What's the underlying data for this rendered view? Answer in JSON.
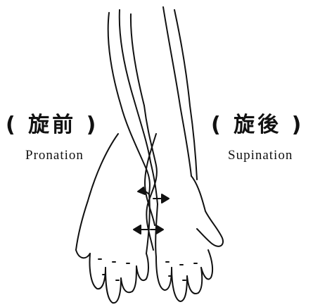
{
  "labels": {
    "pronation_zh": "( 旋前 )",
    "pronation_en": "Pronation",
    "supination_zh": "( 旋後 )",
    "supination_en": "Supination"
  },
  "colors": {
    "ink": "#111111",
    "background": "#ffffff"
  },
  "illustration": {
    "left_hand_state": "pronation",
    "right_hand_state": "supination",
    "arrow_count": 4
  }
}
